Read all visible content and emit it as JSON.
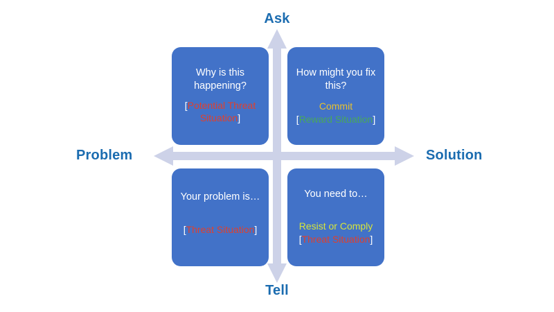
{
  "diagram": {
    "axes": {
      "top_label": "Ask",
      "bottom_label": "Tell",
      "left_label": "Problem",
      "right_label": "Solution",
      "arrow_color": "#CDD2E8",
      "label_color": "#1B6CB0"
    },
    "box_color": "#4272C8",
    "quadrants": [
      {
        "position": "top-left",
        "heading": "Why is this happening?",
        "lines": [
          {
            "open_bracket": "[",
            "text": "Potential Threat Situation",
            "close_bracket": "]",
            "color": "#E0402D"
          }
        ]
      },
      {
        "position": "top-right",
        "heading": "How might you fix this?",
        "lines": [
          {
            "open_bracket": "",
            "text": "Commit",
            "close_bracket": "",
            "color": "#E6C02F"
          },
          {
            "open_bracket": "[",
            "text": "Reward Situation",
            "close_bracket": "]",
            "color": "#49A85B"
          }
        ]
      },
      {
        "position": "bottom-left",
        "heading": "Your problem is…",
        "lines": [
          {
            "open_bracket": "[",
            "text": "Threat Situation",
            "close_bracket": "]",
            "color": "#E0402D"
          }
        ]
      },
      {
        "position": "bottom-right",
        "heading": "You need to…",
        "lines": [
          {
            "open_bracket": "",
            "text": "Resist or Comply",
            "close_bracket": "",
            "color": "#D6E53A"
          },
          {
            "open_bracket": "[",
            "text": "Threat Situation",
            "close_bracket": "]",
            "color": "#E0402D"
          }
        ]
      }
    ]
  }
}
